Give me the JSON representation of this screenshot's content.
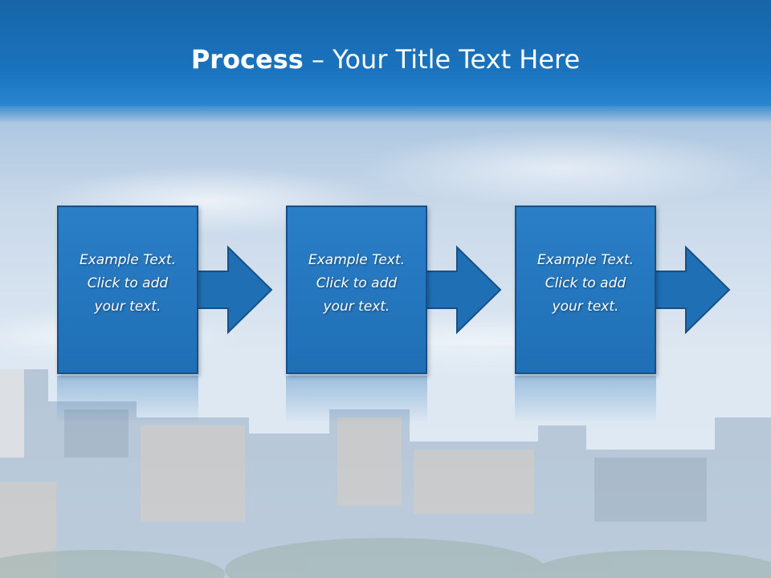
{
  "title": {
    "bold": "Process",
    "rest": " – Your Title Text Here"
  },
  "steps": [
    {
      "text": "Example Text.\nClick  to add\nyour text."
    },
    {
      "text": "Example Text.\nClick  to add\nyour text."
    },
    {
      "text": "Example Text.\nClick  to add\nyour text."
    }
  ],
  "colors": {
    "title_bar": "#1b74bf",
    "box_fill": "#1f6fb5",
    "box_border": "#184f86",
    "text": "#ffffff"
  }
}
